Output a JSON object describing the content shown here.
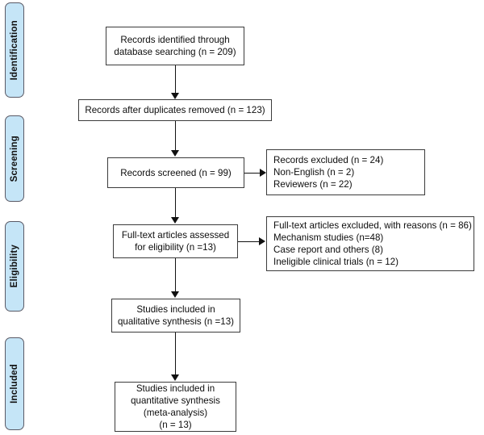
{
  "diagram": {
    "title": "PRISMA study selection flow diagram",
    "colors": {
      "stage_fill": "#c5e5f7",
      "stage_border": "#5a5a66",
      "box_border": "#3b3b3b",
      "connector": "#111111",
      "background": "#ffffff"
    }
  },
  "stages": [
    {
      "id": "identification",
      "label": "Identification"
    },
    {
      "id": "screening",
      "label": "Screening"
    },
    {
      "id": "eligibility",
      "label": "Eligibility"
    },
    {
      "id": "included",
      "label": "Included"
    }
  ],
  "boxes": {
    "records_identified": {
      "line1": "Records identified through",
      "line2": "database searching (n = 209)"
    },
    "duplicates_removed": {
      "line1": "Records after duplicates removed (n = 123)"
    },
    "records_screened": {
      "line1": "Records screened (n = 99)"
    },
    "records_excluded": {
      "line1": "Records excluded (n = 24)",
      "line2": "Non-English (n = 2)",
      "line3": "Reviewers (n = 22)"
    },
    "fulltext_assessed": {
      "line1": "Full-text articles assessed",
      "line2": "for eligibility (n =13)"
    },
    "fulltext_excluded": {
      "line1": "Full-text articles excluded, with reasons (n = 86)",
      "line2": "Mechanism studies (n=48)",
      "line3": "Case report and others (8)",
      "line4": "Ineligible clinical trials (n = 12)"
    },
    "qualitative_synthesis": {
      "line1": "Studies included in",
      "line2": "qualitative synthesis (n =13)"
    },
    "quantitative_synthesis": {
      "line1": "Studies included in",
      "line2": "quantitative synthesis",
      "line3": "(meta-analysis)",
      "line4": "(n = 13)"
    }
  }
}
